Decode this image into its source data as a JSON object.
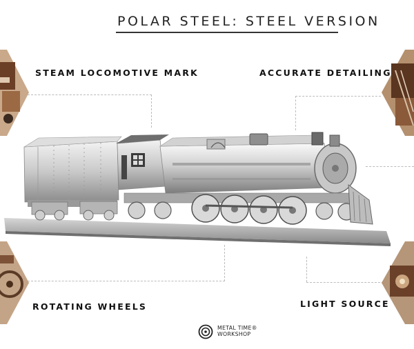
{
  "title": "POLAR STEEL: STEEL VERSION",
  "features": {
    "top_left": "STEAM LOCOMOTIVE MARK",
    "top_right": "ACCURATE DETAILING",
    "bottom_left": "ROTATING WHEELS",
    "bottom_right": "LIGHT SOURCE"
  },
  "logo": {
    "line1": "METAL TIME®",
    "line2": "WORKSHOP"
  },
  "colors": {
    "steel_light": "#e4e4e4",
    "steel_mid": "#b9b9b9",
    "steel_dark": "#7a7a7a",
    "wood": "#8a5a3a"
  }
}
